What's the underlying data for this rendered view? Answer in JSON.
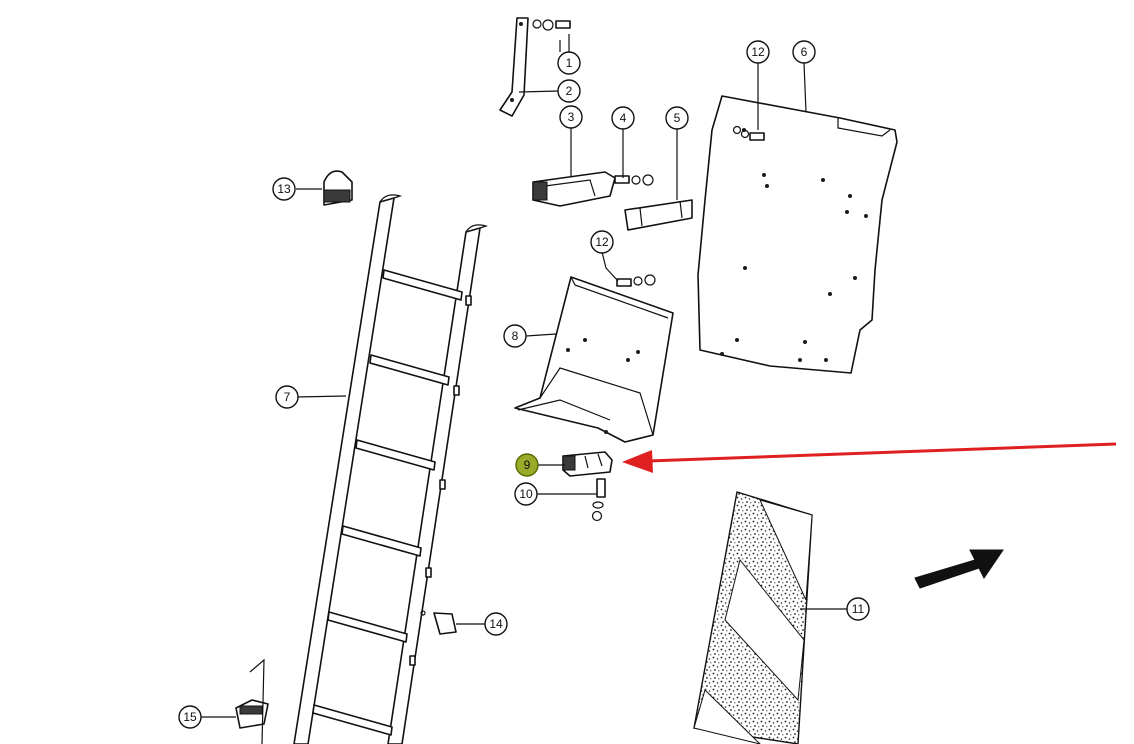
{
  "callouts": {
    "c1": "1",
    "c2": "2",
    "c3": "3",
    "c4": "4",
    "c5": "5",
    "c6": "6",
    "c7": "7",
    "c8": "8",
    "c9": "9",
    "c10": "10",
    "c11": "11",
    "c12a": "12",
    "c12b": "12",
    "c13": "13",
    "c14": "14",
    "c15": "15"
  },
  "highlight": {
    "part": "9",
    "color": "#9aaa2a"
  },
  "arrow_color": "#e02020"
}
